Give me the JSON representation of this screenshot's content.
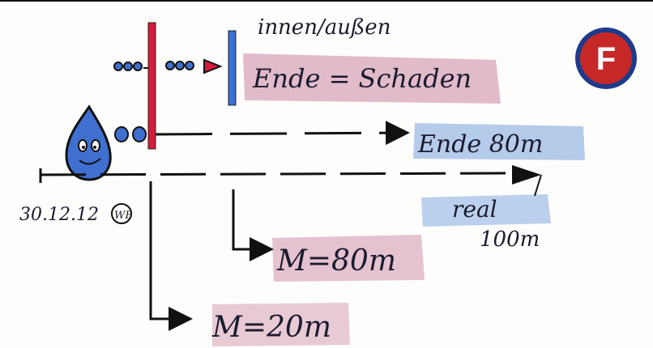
{
  "labels": {
    "inside_outside": "innen/außen",
    "end_damage": "Ende = Schaden",
    "end_distance": "Ende 80m",
    "real": "real",
    "real_distance": "100m",
    "date": "30.12.12",
    "signature": "WB",
    "m_80": "M=80m",
    "m_20": "M=20m"
  },
  "badge": {
    "letter": "F",
    "fill": "#c62828",
    "ring": "#1e3a8a"
  },
  "colors": {
    "red_bar": "#d81b3c",
    "blue_bar": "#3b6fd8",
    "pink_highlight": "#c06a8f",
    "blue_highlight": "#7aa3dd",
    "drop": "#3f6fcf",
    "ink": "#111111"
  },
  "icons": {
    "drop": "water-drop-character-icon",
    "badge": "letter-f-badge-icon",
    "flag": "finish-flag-icon"
  }
}
